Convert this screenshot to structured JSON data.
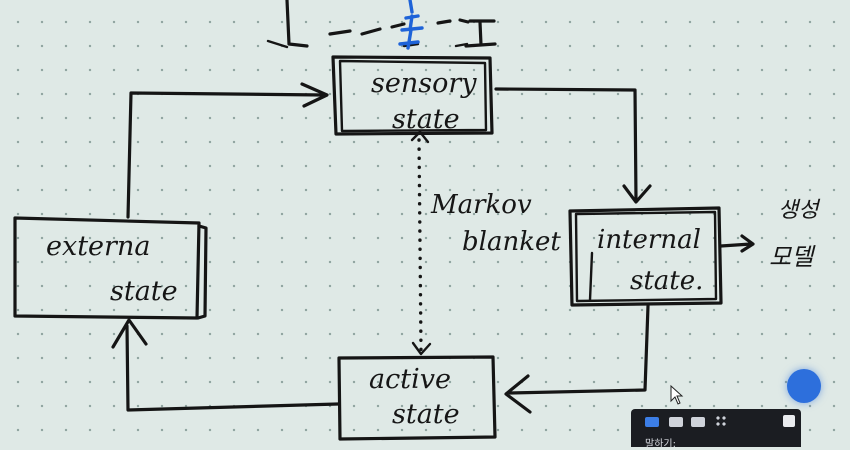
{
  "diagram": {
    "nodes": {
      "sensory": {
        "line1": "sensory",
        "line2": "state"
      },
      "internal": {
        "line1": "internal",
        "line2": "state."
      },
      "external": {
        "line1": "externa",
        "line2": "state"
      },
      "active": {
        "line1": "active",
        "line2": "state"
      }
    },
    "markov_label": {
      "line1": "Markov",
      "line2": "blanket"
    },
    "korean_note": {
      "line1": "생성",
      "line2": "모델"
    }
  },
  "toolbar": {
    "label": "말하기:"
  },
  "colors": {
    "ink": "#151515",
    "highlight": "#1e63d8",
    "background": "#dfe9e6"
  }
}
